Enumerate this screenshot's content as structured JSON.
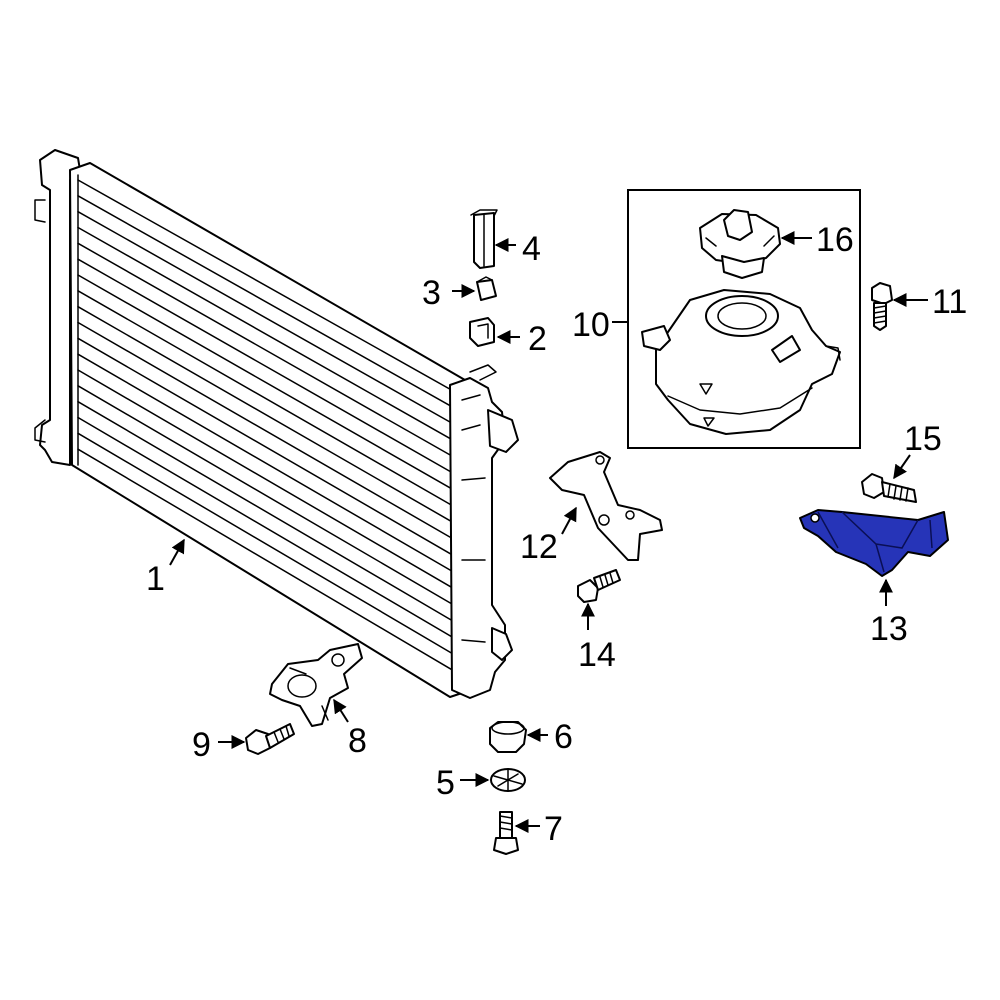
{
  "diagram": {
    "callouts": [
      {
        "id": "1",
        "text": "1"
      },
      {
        "id": "2",
        "text": "2"
      },
      {
        "id": "3",
        "text": "3"
      },
      {
        "id": "4",
        "text": "4"
      },
      {
        "id": "5",
        "text": "5"
      },
      {
        "id": "6",
        "text": "6"
      },
      {
        "id": "7",
        "text": "7"
      },
      {
        "id": "8",
        "text": "8"
      },
      {
        "id": "9",
        "text": "9"
      },
      {
        "id": "10",
        "text": "10"
      },
      {
        "id": "11",
        "text": "11"
      },
      {
        "id": "12",
        "text": "12"
      },
      {
        "id": "13",
        "text": "13"
      },
      {
        "id": "14",
        "text": "14"
      },
      {
        "id": "15",
        "text": "15"
      },
      {
        "id": "16",
        "text": "16"
      }
    ],
    "highlighted_part": "13",
    "colors": {
      "line": "#000000",
      "background": "#ffffff",
      "highlight": "#2634b8"
    }
  }
}
